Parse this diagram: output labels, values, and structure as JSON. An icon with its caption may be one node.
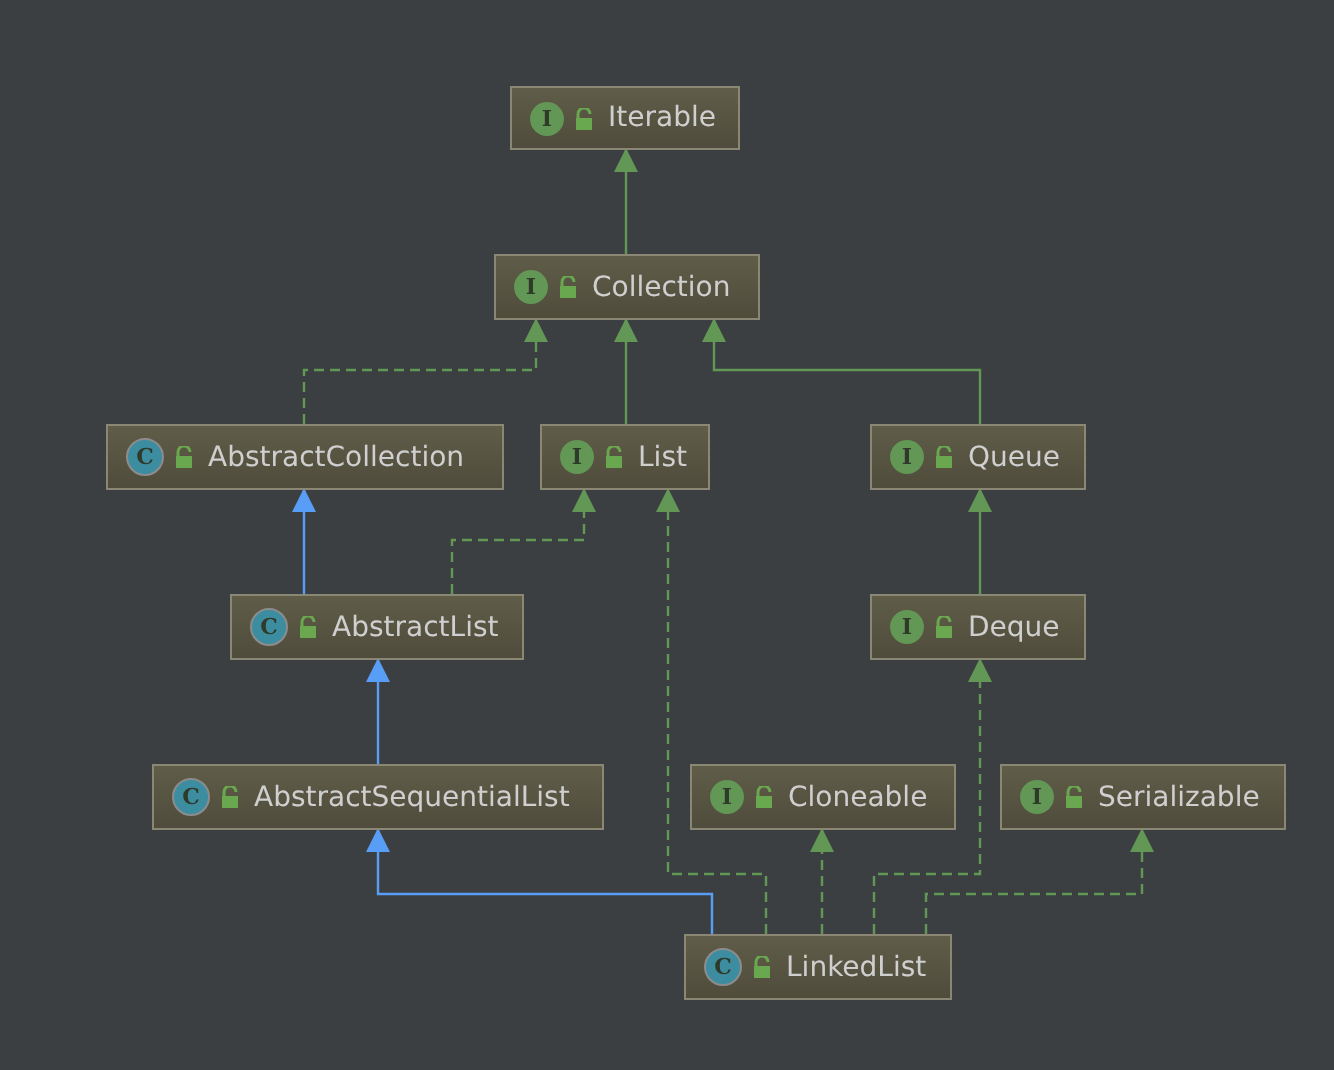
{
  "diagram": {
    "nodes": [
      {
        "text": [
          "I",
          "Iterable"
        ]
      },
      {
        "text": [
          "I",
          "Collection"
        ]
      },
      {
        "text": [
          "C",
          "AbstractCollection"
        ]
      },
      {
        "text": [
          "I",
          "List"
        ]
      },
      {
        "text": [
          "I",
          "Queue"
        ]
      },
      {
        "text": [
          "C",
          "AbstractList"
        ]
      },
      {
        "text": [
          "I",
          "Deque"
        ]
      },
      {
        "text": [
          "C",
          "AbstractSequentialList"
        ]
      },
      {
        "text": [
          "I",
          "Cloneable"
        ]
      },
      {
        "text": [
          "I",
          "Serializable"
        ]
      },
      {
        "text": [
          "C",
          "LinkedList"
        ]
      }
    ],
    "edges": [
      {
        "from": 1,
        "to": 0,
        "arrow": "to"
      },
      {
        "from": 2,
        "to": 1,
        "arrow": "to",
        "style": "dashed"
      },
      {
        "from": 3,
        "to": 1,
        "arrow": "to"
      },
      {
        "from": 4,
        "to": 1,
        "arrow": "to"
      },
      {
        "from": 5,
        "to": 2,
        "arrow": "to",
        "color": "#589df6"
      },
      {
        "from": 5,
        "to": 3,
        "arrow": "to",
        "style": "dashed"
      },
      {
        "from": 6,
        "to": 4,
        "arrow": "to"
      },
      {
        "from": 7,
        "to": 5,
        "arrow": "to",
        "color": "#589df6"
      },
      {
        "from": 10,
        "to": 7,
        "arrow": "to",
        "color": "#589df6"
      },
      {
        "from": 10,
        "to": 3,
        "arrow": "to",
        "style": "dashed"
      },
      {
        "from": 10,
        "to": 8,
        "arrow": "to",
        "style": "dashed"
      },
      {
        "from": 10,
        "to": 6,
        "arrow": "to",
        "style": "dashed"
      },
      {
        "from": 10,
        "to": 9,
        "arrow": "to",
        "style": "dashed"
      }
    ]
  }
}
